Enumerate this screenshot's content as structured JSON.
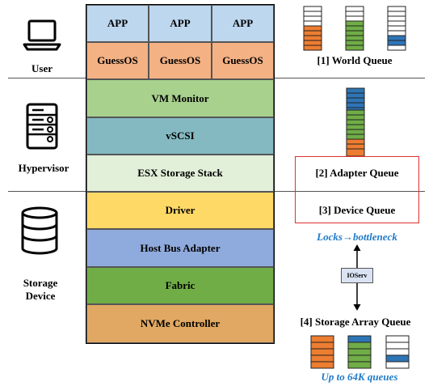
{
  "left": {
    "user": "User",
    "hypervisor": "Hypervisor",
    "storage": [
      "Storage",
      "Device"
    ]
  },
  "stack": {
    "apps": [
      "APP",
      "APP",
      "APP"
    ],
    "guests": [
      "GuessOS",
      "GuessOS",
      "GuessOS"
    ],
    "layers": [
      "VM Monitor",
      "vSCSI",
      "ESX Storage Stack",
      "Driver",
      "Host Bus Adapter",
      "Fabric",
      "NVMe Controller"
    ]
  },
  "right": {
    "world_queue": "[1] World Queue",
    "adapter_queue": "[2] Adapter Queue",
    "device_queue": "[3] Device Queue",
    "locks": "Locks→bottleneck",
    "ioserv": "IOServ",
    "storage_array_queue": "[4] Storage Array Queue",
    "up_to": "Up to 64K queues"
  },
  "colors": {
    "app": "#bdd7ee",
    "guest": "#f4b183",
    "vm_monitor": "#a9d18e",
    "vscsi": "#84b9c1",
    "esx": "#e2efd9",
    "driver": "#ffd966",
    "hba": "#8faadc",
    "fabric": "#70ad47",
    "nvme": "#e0a862",
    "orange": "#ed7d31",
    "green": "#70ad47",
    "blue": "#2e75b6",
    "red_box": "#e03030"
  }
}
